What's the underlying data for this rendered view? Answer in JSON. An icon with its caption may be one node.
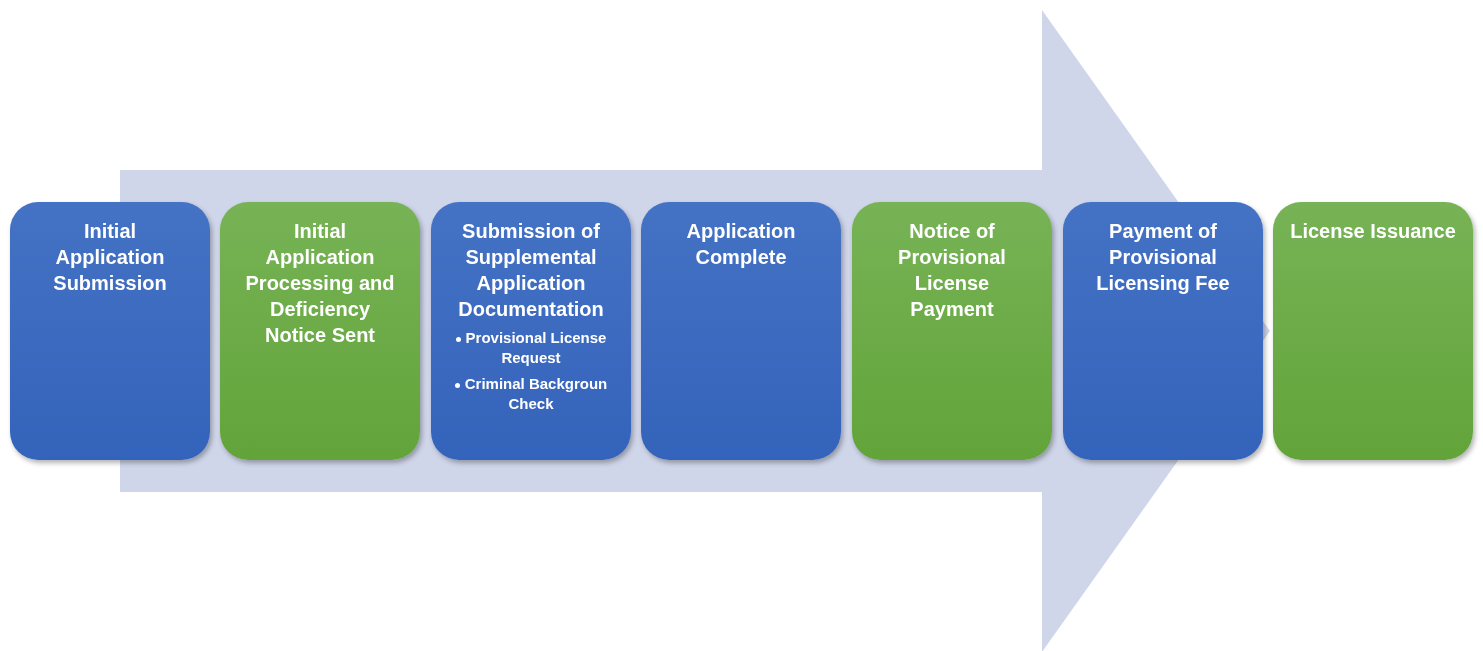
{
  "diagram": {
    "nodes": [
      {
        "text": [
          "Initial Application Submission"
        ]
      },
      {
        "text": [
          "Initial Application Processing and Deficiency Notice Sent"
        ]
      },
      {
        "text": [
          "Submission of Supplemental Application Documentation",
          "Provisional License Request",
          "Criminal Backgroun Check"
        ]
      },
      {
        "text": [
          "Application Complete"
        ]
      },
      {
        "text": [
          "Notice of Provisional License Payment"
        ]
      },
      {
        "text": [
          "Payment of Provisional Licensing Fee"
        ]
      },
      {
        "text": [
          "License Issuance"
        ]
      }
    ],
    "edges": [
      {
        "from": 0,
        "to": 6,
        "arrow": "to",
        "style": "thick"
      }
    ]
  }
}
